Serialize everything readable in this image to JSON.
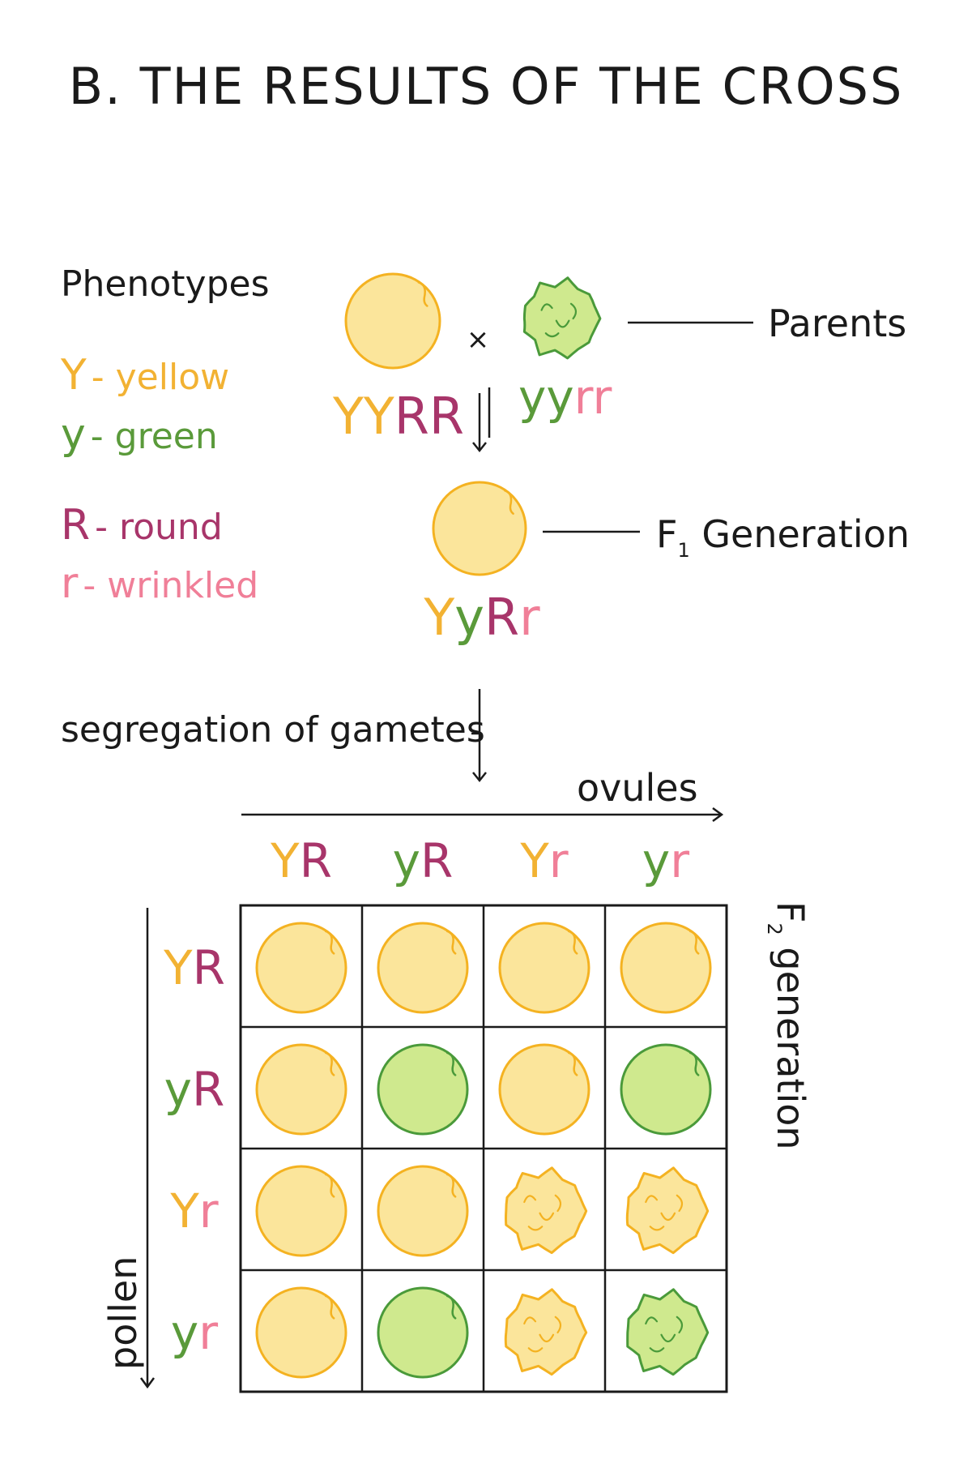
{
  "title": "B. THE RESULTS OF THE CROSS",
  "colors": {
    "ink": "#1a1a1a",
    "yellow_text": "#f2b233",
    "green_text": "#5a9a3a",
    "round_text": "#a8356a",
    "wrinkled_text": "#f07f98",
    "pea_yellow_fill": "#fbe59b",
    "pea_yellow_stroke": "#f4b221",
    "pea_green_fill": "#cfe98e",
    "pea_green_stroke": "#4a9a3a"
  },
  "legend": {
    "heading": "Phenotypes",
    "items": [
      {
        "letter": "Y",
        "text": "- yellow",
        "color_key": "yellow_text"
      },
      {
        "letter": "y",
        "text": "- green",
        "color_key": "green_text"
      },
      {
        "letter": "R",
        "text": "- round",
        "color_key": "round_text"
      },
      {
        "letter": "r",
        "text": "- wrinkled",
        "color_key": "wrinkled_text"
      }
    ]
  },
  "parents": {
    "label": "Parents",
    "cross_symbol": "×",
    "left": {
      "genotype": [
        "Y",
        "Y",
        "R",
        "R"
      ],
      "color": "yellow",
      "shape": "round"
    },
    "right": {
      "genotype": [
        "y",
        "y",
        "r",
        "r"
      ],
      "color": "green",
      "shape": "wrinkled"
    }
  },
  "f1": {
    "label_main": "F",
    "label_sub": "1",
    "label_rest": " Generation",
    "genotype": [
      "Y",
      "y",
      "R",
      "r"
    ],
    "color": "yellow",
    "shape": "round"
  },
  "segregation_label": "segregation of gametes",
  "ovules_label": "ovules",
  "pollen_label": "pollen",
  "f2_label_main": "F",
  "f2_label_sub": "2",
  "f2_label_rest": " generation",
  "gametes": [
    "YR",
    "yR",
    "Yr",
    "yr"
  ],
  "punnett": [
    [
      {
        "color": "yellow",
        "shape": "round"
      },
      {
        "color": "yellow",
        "shape": "round"
      },
      {
        "color": "yellow",
        "shape": "round"
      },
      {
        "color": "yellow",
        "shape": "round"
      }
    ],
    [
      {
        "color": "yellow",
        "shape": "round"
      },
      {
        "color": "green",
        "shape": "round"
      },
      {
        "color": "yellow",
        "shape": "round"
      },
      {
        "color": "green",
        "shape": "round"
      }
    ],
    [
      {
        "color": "yellow",
        "shape": "round"
      },
      {
        "color": "yellow",
        "shape": "round"
      },
      {
        "color": "yellow",
        "shape": "wrinkled"
      },
      {
        "color": "yellow",
        "shape": "wrinkled"
      }
    ],
    [
      {
        "color": "yellow",
        "shape": "round"
      },
      {
        "color": "green",
        "shape": "round"
      },
      {
        "color": "yellow",
        "shape": "wrinkled"
      },
      {
        "color": "green",
        "shape": "wrinkled"
      }
    ]
  ]
}
